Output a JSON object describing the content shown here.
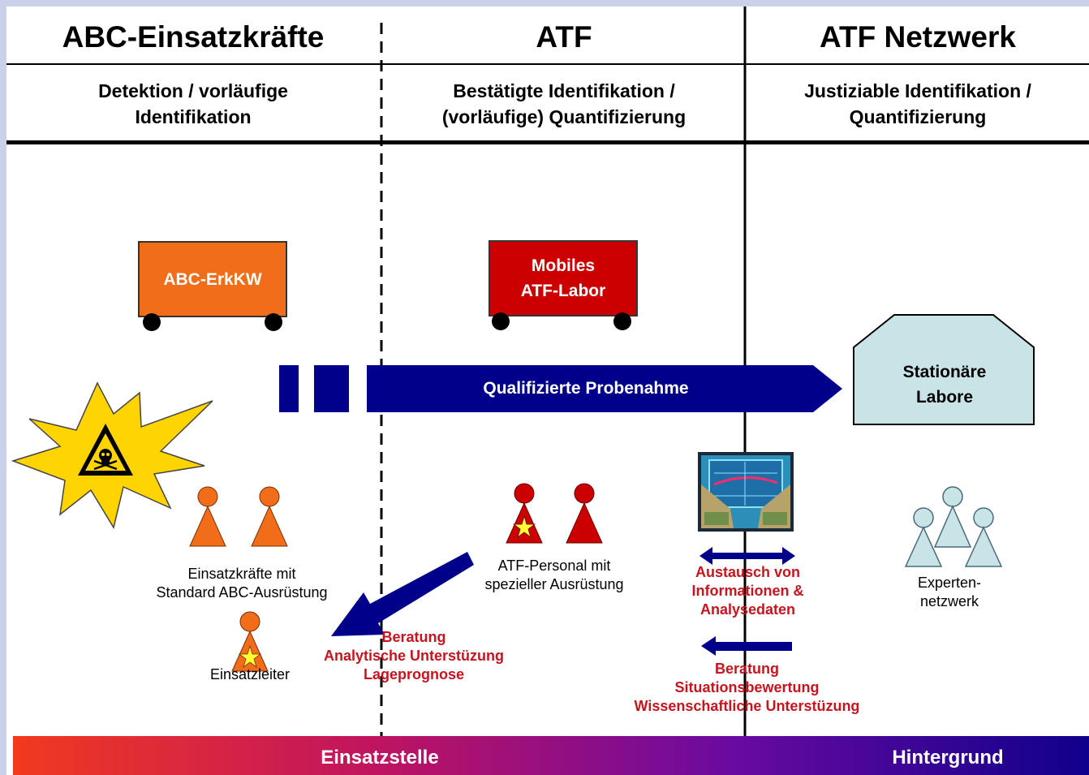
{
  "columns": [
    {
      "title": "ABC-Einsatzkräfte",
      "subtitle_lines": [
        "Detektion / vorläufige",
        "Identifikation"
      ]
    },
    {
      "title": "ATF",
      "subtitle_lines": [
        "Bestätigte Identifikation /",
        "(vorläufige) Quantifizierung"
      ]
    },
    {
      "title": "ATF Netzwerk",
      "subtitle_lines": [
        "Justiziable Identifikation /",
        "Quantifizierung"
      ]
    }
  ],
  "vehicles": {
    "abc": {
      "label": "ABC-ErkKW",
      "color": "#f26d1a"
    },
    "atf": {
      "label_lines": [
        "Mobiles",
        "ATF-Labor"
      ],
      "color": "#cc0000"
    }
  },
  "lab": {
    "label_lines": [
      "Stationäre",
      "Labore"
    ],
    "color": "#c9e4e6"
  },
  "sampling_arrow": {
    "label": "Qualifizierte Probenahme",
    "color": "#00008b"
  },
  "groups": {
    "abc_forces": {
      "caption_lines": [
        "Einsatzkräfte mit",
        "Standard ABC-Ausrüstung"
      ],
      "color": "#f26d1a"
    },
    "leader": {
      "caption": "Einsatzleiter"
    },
    "atf_staff": {
      "caption_lines": [
        "ATF-Personal mit",
        "spezieller Ausrüstung"
      ],
      "color": "#cc0000"
    },
    "experts": {
      "caption_lines": [
        "Experten-",
        "netzwerk"
      ],
      "color": "#c9e4e6"
    }
  },
  "support_atf": {
    "lines": [
      "Beratung",
      "Analytische Unterstüzung",
      "Lageprognose"
    ]
  },
  "exchange": {
    "lines": [
      "Austausch von",
      "Informationen &",
      "Analysedaten"
    ]
  },
  "support_network": {
    "lines": [
      "Beratung",
      "Situationsbewertung",
      "Wissenschaftliche Unterstüzung"
    ]
  },
  "bottom_bar": {
    "left_label": "Einsatzstelle",
    "right_label": "Hintergrund",
    "colors": [
      "#f23a1e",
      "#c01460",
      "#6a0aa0",
      "#10008c"
    ]
  },
  "hazard": {
    "icon": "skull-hazard-icon",
    "burst_color": "#ffd400"
  }
}
